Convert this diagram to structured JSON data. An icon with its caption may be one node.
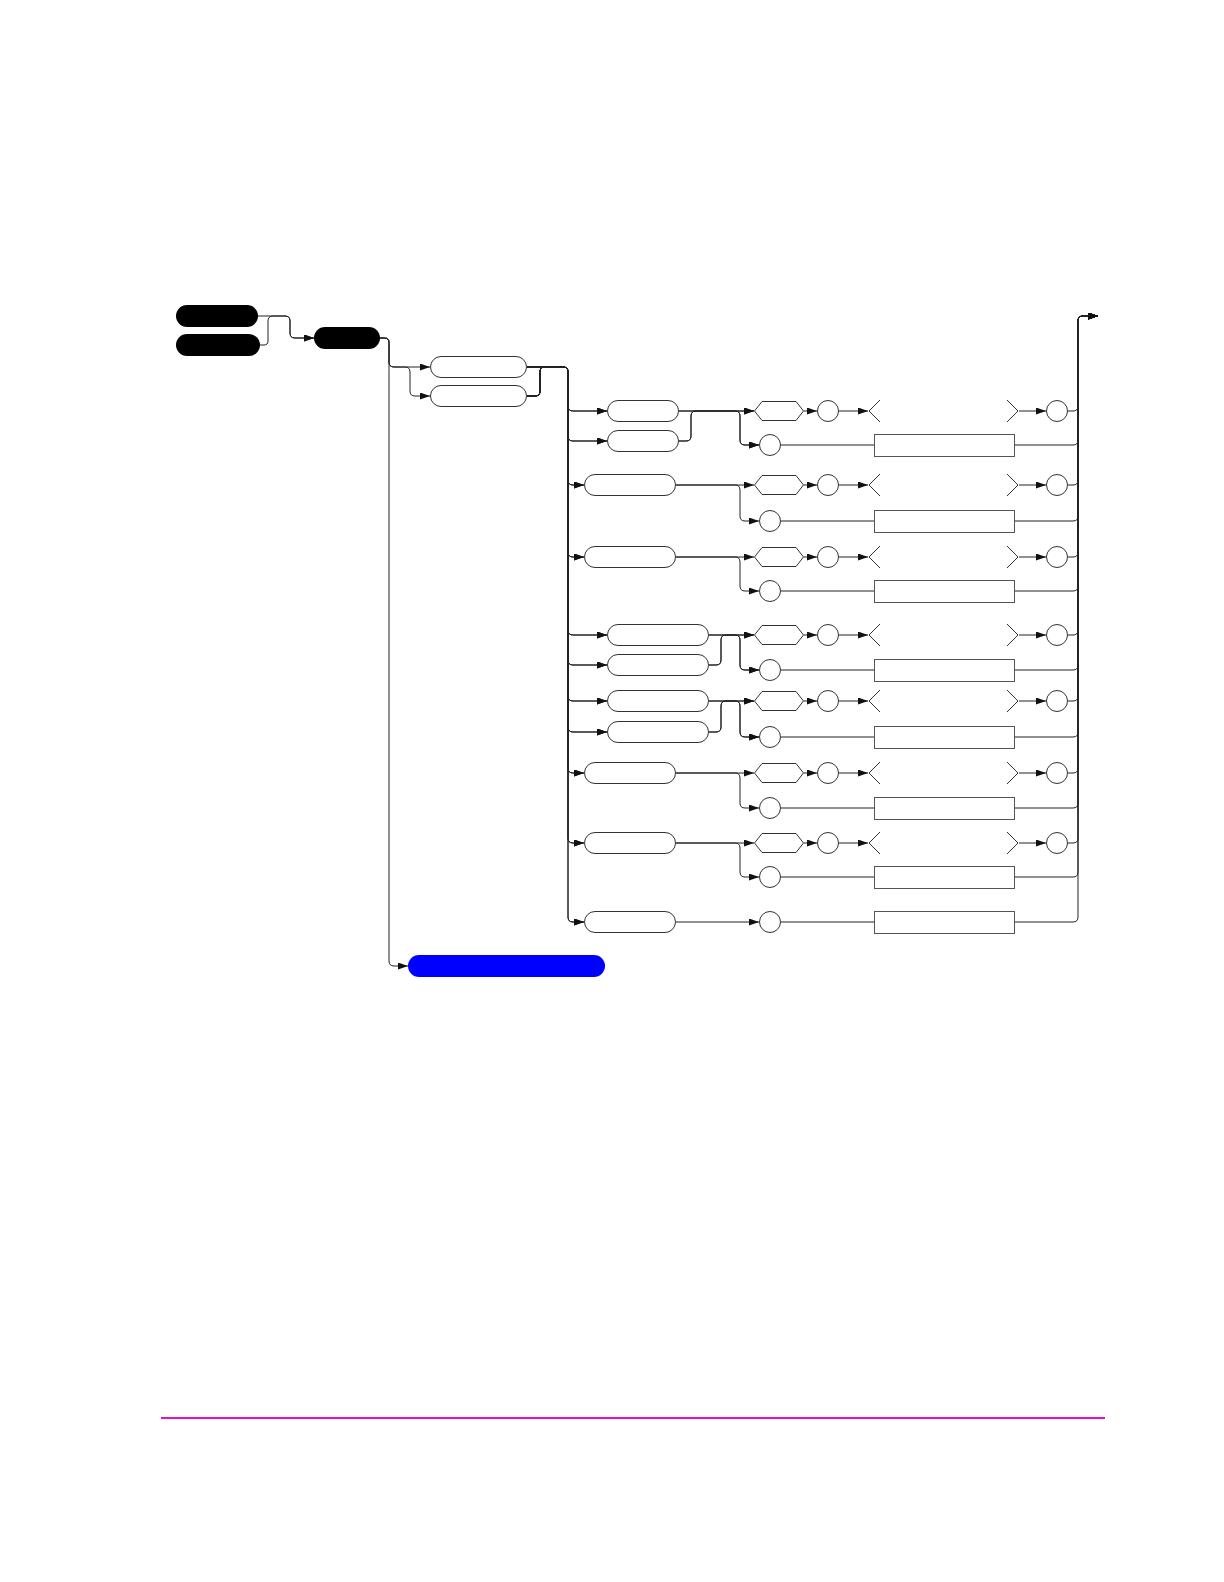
{
  "diagram": {
    "nodes": [
      {
        "text": [],
        "shape": "pill"
      },
      {
        "text": [],
        "shape": "pill"
      },
      {
        "text": [],
        "shape": "pill"
      },
      {
        "text": [],
        "shape": "pill"
      },
      {
        "text": [],
        "shape": "pill"
      },
      {
        "text": [],
        "shape": "pill"
      },
      {
        "text": [],
        "shape": "pill"
      },
      {
        "text": [],
        "shape": "hexagon"
      },
      {
        "text": [],
        "shape": "circle"
      },
      {
        "text": [],
        "shape": "bracket"
      },
      {
        "text": [],
        "shape": "circle"
      },
      {
        "text": [],
        "shape": "circle"
      },
      {
        "text": [],
        "shape": "box"
      },
      {
        "text": [],
        "shape": "pill"
      },
      {
        "text": [],
        "shape": "hexagon"
      },
      {
        "text": [],
        "shape": "circle"
      },
      {
        "text": [],
        "shape": "bracket"
      },
      {
        "text": [],
        "shape": "circle"
      },
      {
        "text": [],
        "shape": "circle"
      },
      {
        "text": [],
        "shape": "box"
      },
      {
        "text": [],
        "shape": "pill"
      },
      {
        "text": [],
        "shape": "hexagon"
      },
      {
        "text": [],
        "shape": "circle"
      },
      {
        "text": [],
        "shape": "bracket"
      },
      {
        "text": [],
        "shape": "circle"
      },
      {
        "text": [],
        "shape": "circle"
      },
      {
        "text": [],
        "shape": "box"
      },
      {
        "text": [],
        "shape": "pill"
      },
      {
        "text": [],
        "shape": "pill"
      },
      {
        "text": [],
        "shape": "hexagon"
      },
      {
        "text": [],
        "shape": "circle"
      },
      {
        "text": [],
        "shape": "bracket"
      },
      {
        "text": [],
        "shape": "circle"
      },
      {
        "text": [],
        "shape": "circle"
      },
      {
        "text": [],
        "shape": "box"
      },
      {
        "text": [],
        "shape": "pill"
      },
      {
        "text": [],
        "shape": "pill"
      },
      {
        "text": [],
        "shape": "hexagon"
      },
      {
        "text": [],
        "shape": "circle"
      },
      {
        "text": [],
        "shape": "bracket"
      },
      {
        "text": [],
        "shape": "circle"
      },
      {
        "text": [],
        "shape": "circle"
      },
      {
        "text": [],
        "shape": "box"
      },
      {
        "text": [],
        "shape": "pill"
      },
      {
        "text": [],
        "shape": "hexagon"
      },
      {
        "text": [],
        "shape": "circle"
      },
      {
        "text": [],
        "shape": "bracket"
      },
      {
        "text": [],
        "shape": "circle"
      },
      {
        "text": [],
        "shape": "circle"
      },
      {
        "text": [],
        "shape": "box"
      },
      {
        "text": [],
        "shape": "pill"
      },
      {
        "text": [],
        "shape": "hexagon"
      },
      {
        "text": [],
        "shape": "circle"
      },
      {
        "text": [],
        "shape": "bracket"
      },
      {
        "text": [],
        "shape": "circle"
      },
      {
        "text": [],
        "shape": "circle"
      },
      {
        "text": [],
        "shape": "box"
      },
      {
        "text": [],
        "shape": "pill"
      },
      {
        "text": [],
        "shape": "circle"
      },
      {
        "text": [],
        "shape": "box"
      },
      {
        "text": [],
        "shape": "pill"
      }
    ],
    "edges": [
      {
        "from": 0,
        "to": 2,
        "arrow": "to"
      },
      {
        "from": 1,
        "to": 2,
        "arrow": "to"
      },
      {
        "from": 2,
        "to": 3,
        "arrow": "to"
      },
      {
        "from": 2,
        "to": 4,
        "arrow": "to"
      },
      {
        "from": 2,
        "to": 60,
        "arrow": "to"
      },
      {
        "from": 3,
        "to": 5,
        "arrow": "to"
      },
      {
        "from": 4,
        "to": 5,
        "arrow": "to"
      },
      {
        "from": 3,
        "to": 6,
        "arrow": "to"
      },
      {
        "from": 4,
        "to": 6,
        "arrow": "to"
      },
      {
        "from": 5,
        "to": 7,
        "arrow": "to"
      },
      {
        "from": 6,
        "to": 7,
        "arrow": "to"
      },
      {
        "from": 5,
        "to": 11,
        "arrow": "to"
      },
      {
        "from": 6,
        "to": 11,
        "arrow": "to"
      },
      {
        "from": 7,
        "to": 8,
        "arrow": "to"
      },
      {
        "from": 8,
        "to": 9,
        "arrow": "to"
      },
      {
        "from": 9,
        "to": 10,
        "arrow": "to"
      },
      {
        "from": 11,
        "to": 12,
        "arrow": "none"
      },
      {
        "from": 10,
        "to": null,
        "arrow": "to"
      },
      {
        "from": 12,
        "to": null,
        "arrow": "to"
      },
      {
        "from": 3,
        "to": 13,
        "arrow": "to"
      },
      {
        "from": 4,
        "to": 13,
        "arrow": "to"
      },
      {
        "from": 13,
        "to": 14,
        "arrow": "to"
      },
      {
        "from": 13,
        "to": 18,
        "arrow": "to"
      },
      {
        "from": 14,
        "to": 15,
        "arrow": "to"
      },
      {
        "from": 15,
        "to": 16,
        "arrow": "to"
      },
      {
        "from": 16,
        "to": 17,
        "arrow": "to"
      },
      {
        "from": 18,
        "to": 19,
        "arrow": "none"
      },
      {
        "from": 17,
        "to": null,
        "arrow": "to"
      },
      {
        "from": 19,
        "to": null,
        "arrow": "to"
      },
      {
        "from": 3,
        "to": 20,
        "arrow": "to"
      },
      {
        "from": 4,
        "to": 20,
        "arrow": "to"
      },
      {
        "from": 20,
        "to": 21,
        "arrow": "to"
      },
      {
        "from": 20,
        "to": 25,
        "arrow": "to"
      },
      {
        "from": 21,
        "to": 22,
        "arrow": "to"
      },
      {
        "from": 22,
        "to": 23,
        "arrow": "to"
      },
      {
        "from": 23,
        "to": 24,
        "arrow": "to"
      },
      {
        "from": 25,
        "to": 26,
        "arrow": "none"
      },
      {
        "from": 24,
        "to": null,
        "arrow": "to"
      },
      {
        "from": 26,
        "to": null,
        "arrow": "to"
      },
      {
        "from": 3,
        "to": 27,
        "arrow": "to"
      },
      {
        "from": 4,
        "to": 27,
        "arrow": "to"
      },
      {
        "from": 3,
        "to": 28,
        "arrow": "to"
      },
      {
        "from": 4,
        "to": 28,
        "arrow": "to"
      },
      {
        "from": 27,
        "to": 29,
        "arrow": "to"
      },
      {
        "from": 28,
        "to": 29,
        "arrow": "to"
      },
      {
        "from": 27,
        "to": 33,
        "arrow": "to"
      },
      {
        "from": 28,
        "to": 33,
        "arrow": "to"
      },
      {
        "from": 29,
        "to": 30,
        "arrow": "to"
      },
      {
        "from": 30,
        "to": 31,
        "arrow": "to"
      },
      {
        "from": 31,
        "to": 32,
        "arrow": "to"
      },
      {
        "from": 33,
        "to": 34,
        "arrow": "none"
      },
      {
        "from": 32,
        "to": null,
        "arrow": "to"
      },
      {
        "from": 34,
        "to": null,
        "arrow": "to"
      },
      {
        "from": 3,
        "to": 35,
        "arrow": "to"
      },
      {
        "from": 4,
        "to": 35,
        "arrow": "to"
      },
      {
        "from": 3,
        "to": 36,
        "arrow": "to"
      },
      {
        "from": 4,
        "to": 36,
        "arrow": "to"
      },
      {
        "from": 35,
        "to": 37,
        "arrow": "to"
      },
      {
        "from": 36,
        "to": 37,
        "arrow": "to"
      },
      {
        "from": 35,
        "to": 41,
        "arrow": "to"
      },
      {
        "from": 36,
        "to": 41,
        "arrow": "to"
      },
      {
        "from": 37,
        "to": 38,
        "arrow": "to"
      },
      {
        "from": 38,
        "to": 39,
        "arrow": "to"
      },
      {
        "from": 39,
        "to": 40,
        "arrow": "to"
      },
      {
        "from": 41,
        "to": 42,
        "arrow": "none"
      },
      {
        "from": 40,
        "to": null,
        "arrow": "to"
      },
      {
        "from": 42,
        "to": null,
        "arrow": "to"
      },
      {
        "from": 3,
        "to": 43,
        "arrow": "to"
      },
      {
        "from": 4,
        "to": 43,
        "arrow": "to"
      },
      {
        "from": 43,
        "to": 44,
        "arrow": "to"
      },
      {
        "from": 43,
        "to": 48,
        "arrow": "to"
      },
      {
        "from": 44,
        "to": 45,
        "arrow": "to"
      },
      {
        "from": 45,
        "to": 46,
        "arrow": "to"
      },
      {
        "from": 46,
        "to": 47,
        "arrow": "to"
      },
      {
        "from": 48,
        "to": 49,
        "arrow": "none"
      },
      {
        "from": 47,
        "to": null,
        "arrow": "to"
      },
      {
        "from": 49,
        "to": null,
        "arrow": "to"
      },
      {
        "from": 3,
        "to": 50,
        "arrow": "to"
      },
      {
        "from": 4,
        "to": 50,
        "arrow": "to"
      },
      {
        "from": 50,
        "to": 51,
        "arrow": "to"
      },
      {
        "from": 50,
        "to": 55,
        "arrow": "to"
      },
      {
        "from": 51,
        "to": 52,
        "arrow": "to"
      },
      {
        "from": 52,
        "to": 53,
        "arrow": "to"
      },
      {
        "from": 53,
        "to": 54,
        "arrow": "to"
      },
      {
        "from": 55,
        "to": 56,
        "arrow": "none"
      },
      {
        "from": 54,
        "to": null,
        "arrow": "to"
      },
      {
        "from": 56,
        "to": null,
        "arrow": "to"
      },
      {
        "from": 3,
        "to": 57,
        "arrow": "to"
      },
      {
        "from": 4,
        "to": 57,
        "arrow": "to"
      },
      {
        "from": 57,
        "to": 58,
        "arrow": "to"
      },
      {
        "from": 58,
        "to": 59,
        "arrow": "none"
      },
      {
        "from": 59,
        "to": null,
        "arrow": "to"
      }
    ]
  }
}
